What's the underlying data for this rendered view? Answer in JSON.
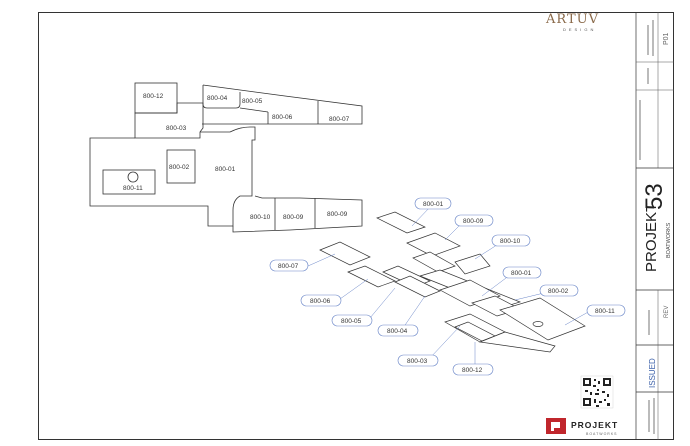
{
  "brand": {
    "logo_text": "ARTUV",
    "logo_sub": "DESIGN",
    "logo_color": "#8a6a4a"
  },
  "project": {
    "name": "PROJEKT",
    "number": "53",
    "sub": "BOATWORKS"
  },
  "status": {
    "label": "ISSUED",
    "color": "#3a5fa8"
  },
  "footer_logo": {
    "text": "PROJEKT",
    "sub": "BOATWORKS",
    "mark_color": "#c0262c"
  },
  "title_block": {
    "rev_small": "P01",
    "rev_label": "REV"
  },
  "plan_labels": [
    "800-12",
    "800-04",
    "800-05",
    "800-03",
    "800-06",
    "800-07",
    "800-02",
    "800-01",
    "800-11",
    "800-10",
    "800-09",
    "800-09"
  ],
  "callouts": [
    "800-01",
    "800-09",
    "800-10",
    "800-07",
    "800-01",
    "800-06",
    "800-02",
    "800-05",
    "800-11",
    "800-04",
    "800-03",
    "800-12"
  ]
}
